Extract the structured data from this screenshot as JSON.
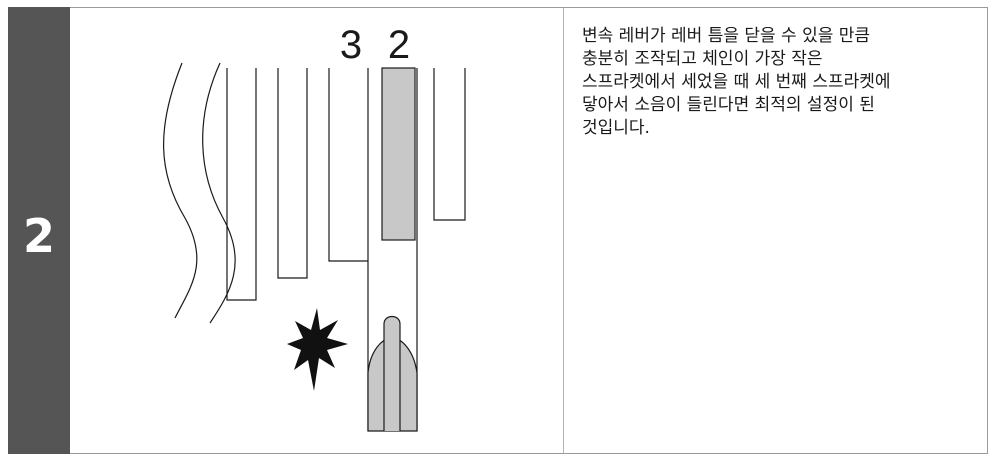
{
  "step": {
    "number": "2"
  },
  "figure": {
    "label_3": "3",
    "label_2": "2"
  },
  "instruction": {
    "text": "변속 레버가 레버 틈을 닫을 수 있을 만큼\n충분히 조작되고 체인이 가장 작은\n스프라켓에서 세었을 때 세 번째 스프라켓에\n닿아서 소음이 들린다면 최적의 설정이 된\n것입니다."
  },
  "colors": {
    "step_bar": "#555555",
    "highlight_fill": "#c8c8c8",
    "border": "#9a9a9a"
  }
}
